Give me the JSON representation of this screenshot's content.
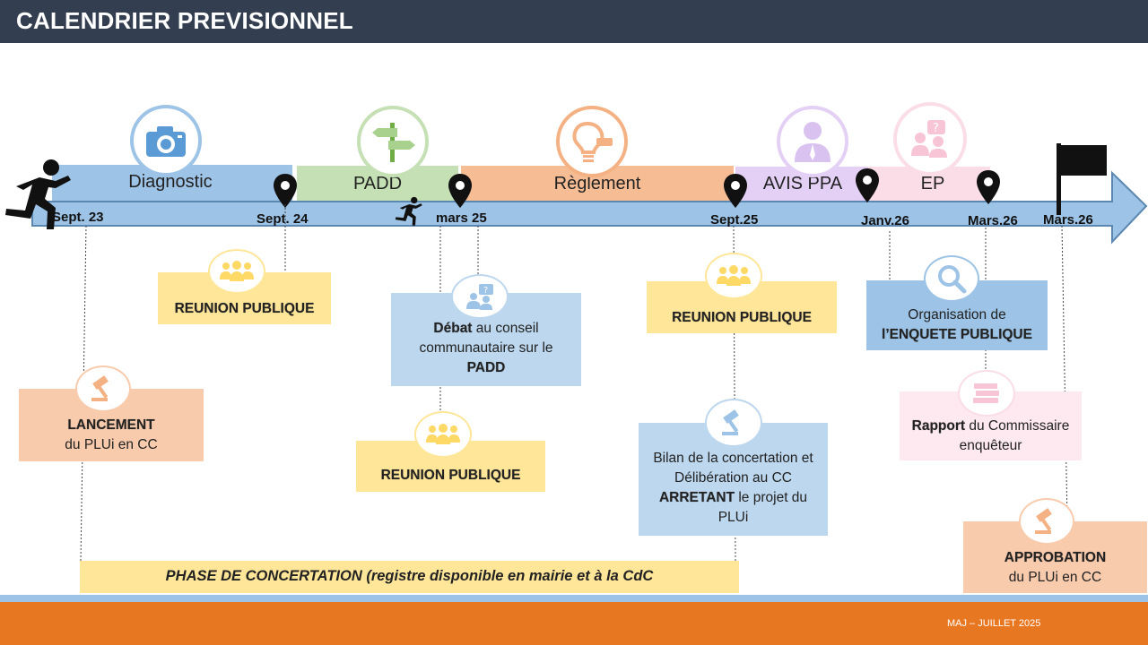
{
  "header": {
    "title": "CALENDRIER PREVISIONNEL"
  },
  "phases": [
    {
      "label": "Diagnostic",
      "color": "#9dc3e6"
    },
    {
      "label": "PADD",
      "color": "#c5e0b4"
    },
    {
      "label": "Règlement",
      "color": "#f4b183"
    },
    {
      "label": "AVIS PPA",
      "color": "#e4d0f5"
    },
    {
      "label": "EP",
      "color": "#fadde7"
    }
  ],
  "dates": [
    "Sept. 23",
    "Sept. 24",
    "mars 25",
    "Sept.25",
    "Janv.26",
    "Mars.26",
    "Mars.26"
  ],
  "events": {
    "lancement": {
      "strong": "LANCEMENT",
      "rest": "du PLUi en CC",
      "color": "#f8cbad"
    },
    "reunion_1": {
      "strong": "REUNION PUBLIQUE",
      "color": "#ffe699"
    },
    "debat": {
      "strong": "Débat",
      "rest1": " au conseil communautaire sur le ",
      "strong2": "PADD",
      "color": "#bdd7ee"
    },
    "reunion_2": {
      "strong": "REUNION PUBLIQUE",
      "color": "#ffe699"
    },
    "reunion_3": {
      "strong": "REUNION PUBLIQUE",
      "color": "#ffe699"
    },
    "bilan": {
      "pre": "Bilan de la concertation et Délibération au CC ",
      "strong": "ARRETANT",
      "rest": " le projet du PLUi",
      "color": "#bdd7ee"
    },
    "enquete": {
      "pre": "Organisation de ",
      "strong": "l’ENQUETE PUBLIQUE",
      "color": "#9dc3e6"
    },
    "rapport": {
      "strong": "Rapport",
      "rest": " du Commissaire enquêteur",
      "color": "#fde9ef"
    },
    "approbation": {
      "strong": "APPROBATION",
      "rest": "du PLUi en CC",
      "color": "#f8cbad"
    }
  },
  "concertation": {
    "label": "PHASE DE CONCERTATION (registre disponible en mairie et à la CdC",
    "color": "#ffe699"
  },
  "footer": {
    "note": "MAJ – JUILLET 2025",
    "color": "#e87722"
  },
  "icons": [
    "runner-icon",
    "camera-icon",
    "signpost-icon",
    "lightbulb-icon",
    "person-icon",
    "question-people-icon",
    "map-pin-icon",
    "flag-icon",
    "people-icon",
    "gavel-icon",
    "magnifier-icon",
    "books-icon"
  ]
}
